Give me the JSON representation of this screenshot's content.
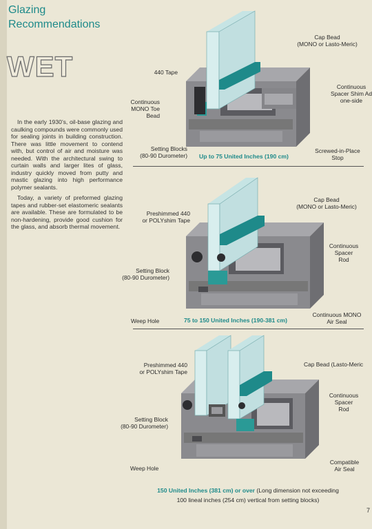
{
  "header": {
    "title_line1": "Glazing",
    "title_line2": "Recommendations"
  },
  "heading": "WET",
  "body": {
    "para1": "In the early 1930’s, oil-base glazing and caulking compounds were commonly used for sealing joints in building construction. There was little movement to contend with, but control of air and moisture was needed. With the architectural swing to curtain walls and larger lites of glass, industry quickly moved from putty and mastic glazing into high performance polymer sealants.",
    "para2": "Today, a variety of preformed glazing tapes and rubber-set elastomeric sealants are available. These are formulated to be non-hardening, provide good cushion for the glass, and absorb thermal movement."
  },
  "diagram1": {
    "tape": "440 Tape",
    "toe_bead": "Continuous\nMONO Toe\nBead",
    "setting_blocks": "Setting Blocks\n(80-90 Durometer)",
    "cap_bead": "Cap Bead\n(MONO or Lasto-Meric)",
    "spacer": "Continuous\nSpacer Shim Adhe\none-side",
    "stop": "Screwed-in-Place\nStop",
    "caption": "Up to 75 United Inches (190 cm)"
  },
  "diagram2": {
    "tape": "Preshimmed 440\nor POLYshim Tape",
    "setting_block": "Setting Block\n(80-90 Durometer)",
    "weep": "Weep Hole",
    "cap_bead": "Cap Bead\n(MONO or Lasto-Meric)",
    "spacer": "Continuous\nSpacer\nRod",
    "air_seal": "Continuous MONO\nAir Seal",
    "caption": "75 to 150 United Inches (190-381 cm)"
  },
  "diagram3": {
    "tape": "Preshimmed 440\nor POLYshim Tape",
    "setting_block": "Setting Block\n(80-90 Durometer)",
    "weep": "Weep Hole",
    "cap_bead": "Cap Bead (Lasto-Meric",
    "spacer": "Continuous\nSpacer\nRod",
    "air_seal": "Compatible\nAir Seal",
    "caption_teal": "150 United Inches (381 cm) or over",
    "caption_rest": " (Long dimension not exceeding",
    "caption_line2": "100 lineal inches (254 cm) vertical from setting blocks)"
  },
  "page_number": "7",
  "colors": {
    "teal": "#1e8a8a",
    "metal": "#8c8c8f",
    "glass": "#d6ecec"
  }
}
